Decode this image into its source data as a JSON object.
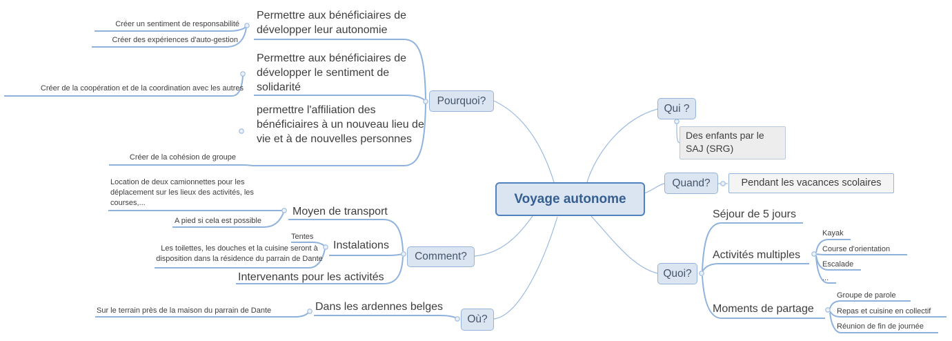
{
  "title": "Voyage autonome",
  "colors": {
    "center_border": "#4f81bd",
    "node_fill": "#dbe5f1",
    "node_border": "#95b3d7",
    "connector_line": "#9ab9e0",
    "body_text": "#3d3d3d",
    "node_label_text": "#44546a",
    "center_label_text": "#365f91",
    "answer_gray_fill": "#ededed",
    "answer_light_fill": "#f4f4f4"
  },
  "nodes": {
    "center": "Voyage autonome",
    "pourquoi": {
      "label": "Pourquoi?",
      "t1": "Permettre aux bénéficiaires de développer leur autonomie",
      "t1a": "Créer un sentiment de responsabilité",
      "t1b": "Créer des expériences d'auto-gestion",
      "t2": "Permettre aux bénéficiaires de développer le sentiment de solidarité",
      "t2a": "Créer de la coopération et de la coordination avec les autres",
      "t3": "permettre l'affiliation des bénéficiaires à un nouveau lieu de vie et à de nouvelles personnes",
      "t3a": "Créer de la cohésion de groupe"
    },
    "qui": {
      "label": "Qui ?",
      "answer": "Des enfants par le SAJ (SRG)"
    },
    "quand": {
      "label": "Quand?",
      "answer": "Pendant les vacances scolaires"
    },
    "quoi": {
      "label": "Quoi?",
      "duration": "Séjour de 5 jours",
      "activities": "Activités multiples",
      "act1": "Kayak",
      "act2": "Course d'orientation",
      "act3": "Escalade",
      "act4": "...",
      "sharing": "Moments de partage",
      "share1": "Groupe de parole",
      "share2": "Repas et cuisine en collectif",
      "share3": "Réunion de fin de journée"
    },
    "comment": {
      "label": "Comment?",
      "transport": "Moyen de transport",
      "transport1": "Location de deux camionnettes pour les déplacement sur les lieux des activités, les courses,...",
      "transport2": "A pied si cela est possible",
      "installations": "Instalations",
      "install1": "Tentes",
      "install2": "Les toilettes, les douches et la cuisine seront à disposition dans la résidence du parrain de Dante",
      "workers": "Intervenants pour les activités"
    },
    "ou": {
      "label": "Où?",
      "location": "Dans les ardennes belges",
      "location1": "Sur le terrain près de la maison du parrain de Dante"
    }
  }
}
